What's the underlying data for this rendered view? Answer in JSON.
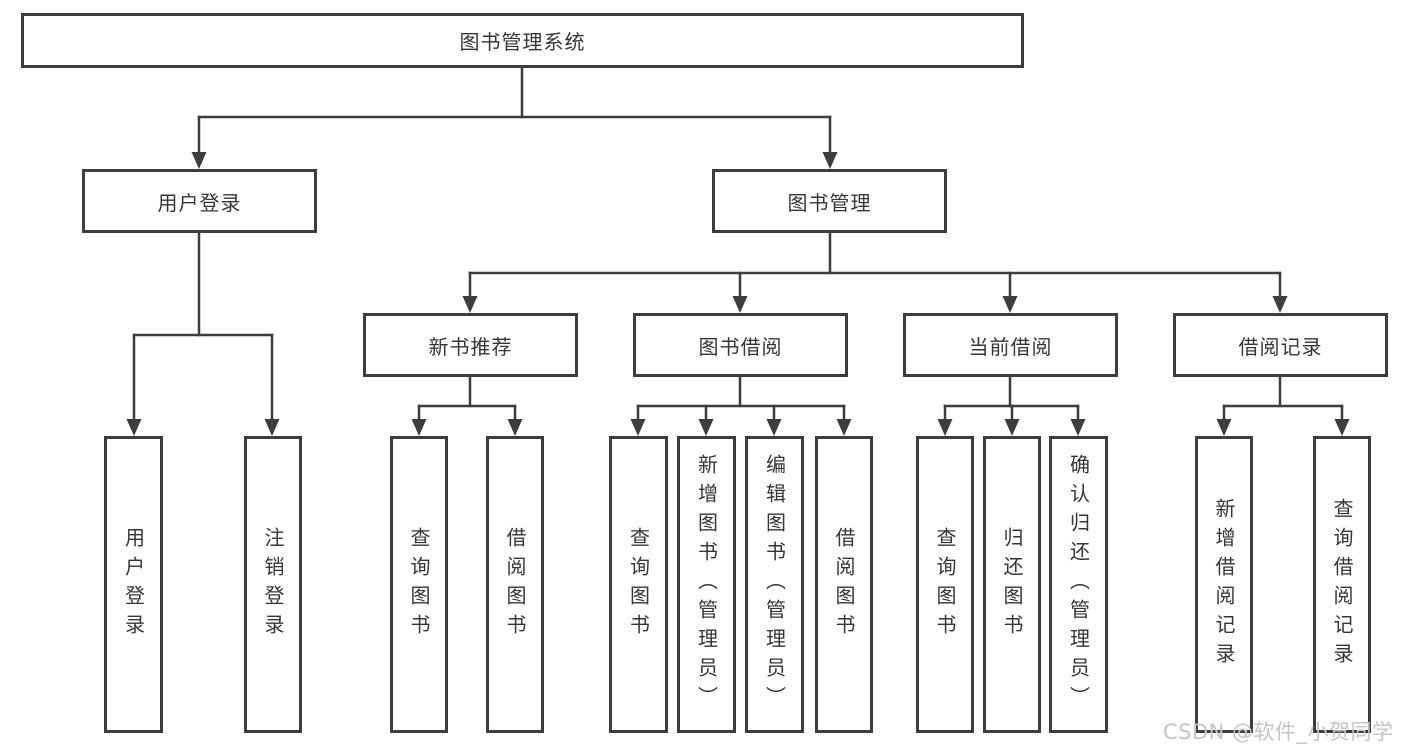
{
  "diagram": {
    "title": "图书管理系统",
    "user_login": {
      "label": "用户登录",
      "children": [
        "用户登录",
        "注销登录"
      ]
    },
    "book_mgmt": {
      "label": "图书管理",
      "sections": [
        {
          "label": "新书推荐",
          "children": [
            "查询图书",
            "借阅图书"
          ]
        },
        {
          "label": "图书借阅",
          "children": [
            "查询图书",
            "新增图书（管理员）",
            "编辑图书（管理员）",
            "借阅图书"
          ]
        },
        {
          "label": "当前借阅",
          "children": [
            "查询图书",
            "归还图书",
            "确认归还（管理员）"
          ]
        },
        {
          "label": "借阅记录",
          "children": [
            "新增借阅记录",
            "查询借阅记录"
          ]
        }
      ]
    }
  },
  "watermark": {
    "text": "CSDN @软件_小贺同学"
  },
  "colors": {
    "line": "#3d3d3d",
    "text": "#363636",
    "background": "#ffffff"
  }
}
